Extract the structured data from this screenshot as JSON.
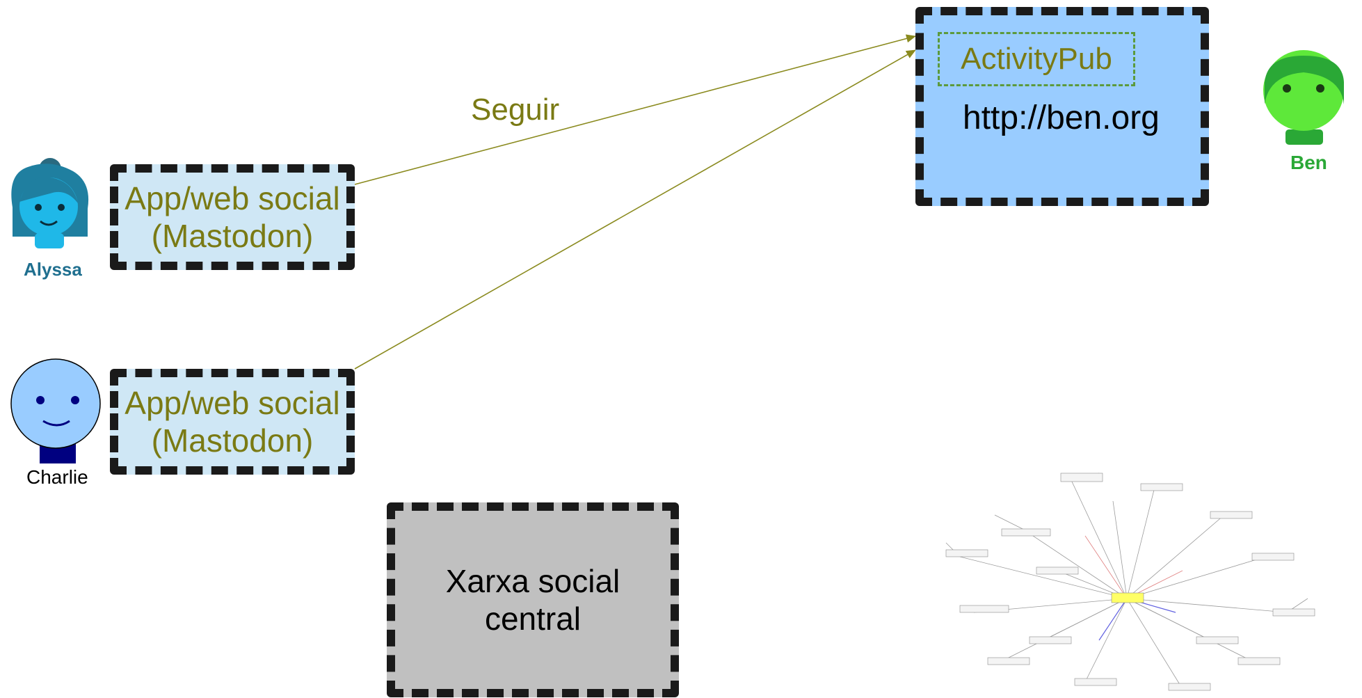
{
  "users": {
    "alyssa": "Alyssa",
    "charlie": "Charlie",
    "ben": "Ben"
  },
  "boxes": {
    "app_alyssa": {
      "line1": "App/web social",
      "line2": "(Mastodon)"
    },
    "app_charlie": {
      "line1": "App/web social",
      "line2": "(Mastodon)"
    },
    "central": {
      "line1": "Xarxa social",
      "line2": "central"
    },
    "server": {
      "protocol": "ActivityPub",
      "url": "http://ben.org"
    }
  },
  "edges": {
    "follow_label": "Seguir"
  },
  "colors": {
    "app_fill": "#cfe7f5",
    "server_fill": "#99ccff",
    "central_fill": "#c0c0c0",
    "label_olive": "#7a7a14",
    "arrow": "#8a8a1e"
  }
}
